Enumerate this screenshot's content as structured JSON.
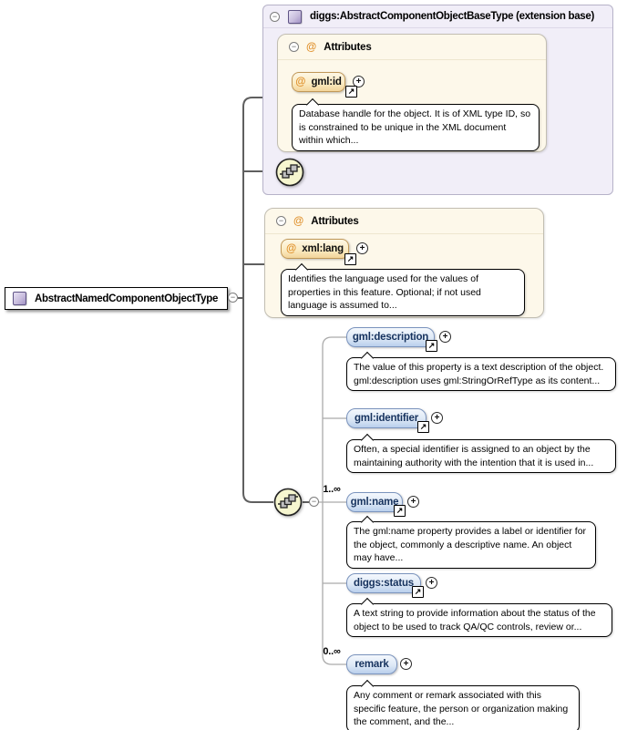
{
  "icons": {
    "collapse": "−",
    "expand": "+",
    "at": "@",
    "link_arrow": "↗"
  },
  "colors": {
    "base_box_fill": "#f1eef8",
    "attr_box_fill": "#fdf8ea",
    "attribute_pill": "#f3d49a",
    "element_pill": "#b9cfec",
    "sequence_icon_fill": "#f6f6cf",
    "at_symbol": "#e0922f"
  },
  "root_element": {
    "label": "AbstractNamedComponentObjectType"
  },
  "base_type": {
    "label": "diggs:AbstractComponentObjectBaseType (extension base)",
    "attributes_section": {
      "title": "Attributes",
      "attributes": [
        {
          "name": "gml:id",
          "doc": "Database handle for the object. It is of XML type ID, so is constrained to be unique in the XML document within which..."
        }
      ]
    }
  },
  "attributes_section": {
    "title": "Attributes",
    "attributes": [
      {
        "name": "xml:lang",
        "doc": "Identifies the language used for the values of properties in this feature. Optional; if not used language is assumed to..."
      }
    ]
  },
  "content_model": {
    "elements": [
      {
        "name": "gml:description",
        "doc": "The value of this property is a text description of the object. gml:description uses gml:StringOrRefType as its content..."
      },
      {
        "name": "gml:identifier",
        "doc": "Often, a special identifier is assigned to an object by the maintaining authority with the intention that it is used in..."
      },
      {
        "name": "gml:name",
        "cardinality": "1..∞",
        "doc": "The gml:name property provides a label or identifier for the object, commonly a descriptive name. An object may have..."
      },
      {
        "name": "diggs:status",
        "doc": "A text string to provide information about the status of the object to be used to track QA/QC controls, review or..."
      },
      {
        "name": "remark",
        "cardinality": "0..∞",
        "doc": "Any comment or remark associated with this specific feature, the person or organization making the comment, and the..."
      }
    ]
  }
}
